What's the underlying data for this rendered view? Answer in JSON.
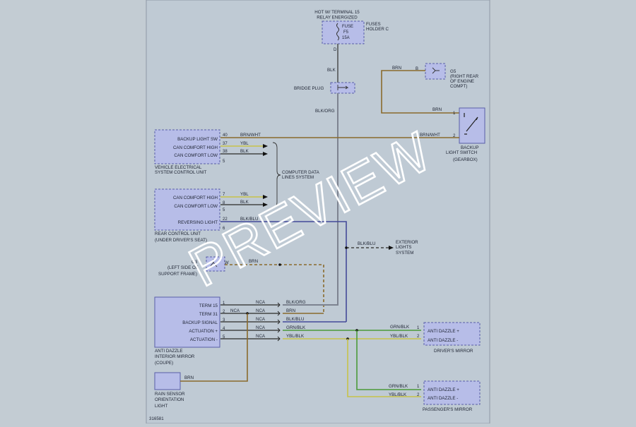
{
  "diagram": {
    "header": {
      "line1": "HOT W/ TERMINAL 15",
      "line2": "RELAY ENERGIZED"
    },
    "fuse": {
      "label1": "FUSE",
      "label2": "F5",
      "label3": "15A",
      "holder1": "FUSES",
      "holder2": "HOLDER C"
    },
    "wires": {
      "blk_top": "BLK",
      "bridge_plug": "BRIDGE PLUG",
      "blk_org_vertical": "BLK/ORG",
      "brn_g5": "BRN",
      "brn_switch_1": "BRN",
      "brn_wht_left": "BRN/WHT",
      "brn_wht_right": "BRN/WHT",
      "ybl_1": "YBL",
      "blk_1": "BLK",
      "ybl_2": "YBL",
      "blk_2": "BLK",
      "blk_blu_1": "BLK/BLU",
      "blk_blu_2": "BLK/BLU",
      "brn_g3": "BRN",
      "blk_org_mirror": "BLK/ORG",
      "brn_mirror": "BRN",
      "blk_blu_mirror": "BLK/BLU",
      "grn_blk_mirror": "GRN/BLK",
      "ybl_blk_mirror": "YBL/BLK",
      "grn_blk_driver": "GRN/BLK",
      "ybl_blk_driver": "YBL/BLK",
      "grn_blk_pass": "GRN/BLK",
      "ybl_blk_pass": "YBL/BLK",
      "brn_rain": "BRN",
      "nca_1": "NCA",
      "nca_2a": "NCA",
      "nca_2b": "NCA",
      "nca_3": "NCA",
      "nca_4": "NCA",
      "nca_5": "NCA"
    },
    "pins": {
      "g5_b": "B",
      "switch_1": "1",
      "switch_2": "2",
      "vec_40": "40",
      "vec_37": "37",
      "vec_38": "38",
      "vec_5": "5",
      "rcu_7": "7",
      "rcu_8": "8",
      "rcu_5": "5",
      "rcu_22": "22",
      "rcu_6": "6",
      "g3_w": "W",
      "m1": "1",
      "m2": "2",
      "m3": "3",
      "m4": "4",
      "m5": "5",
      "d1": "1",
      "d2": "2",
      "p1": "1",
      "p2": "2",
      "fuse_d": "D"
    },
    "ground_g5": {
      "line1": "G5",
      "line2": "(RIGHT REAR",
      "line3": "OF ENGINE",
      "line4": "COMPT)"
    },
    "backup_switch": {
      "line1": "BACKUP",
      "line2": "LIGHT SWITCH",
      "line3": "(GEARBOX)"
    },
    "vecu": {
      "item1": "BACKUP LIGHT SW",
      "item2": "CAN COMFORT HIGH",
      "item3": "CAN COMFORT LOW",
      "name1": "VEHICLE ELECTRICAL",
      "name2": "SYSTEM CONTROL UNIT"
    },
    "cdl": {
      "line1": "COMPUTER DATA",
      "line2": "LINES SYSTEM"
    },
    "rcu": {
      "item1": "CAN COMFORT HIGH",
      "item2": "CAN COMFORT LOW",
      "item3": "REVERSING LIGHT",
      "name1": "REAR CONTROL UNIT",
      "name2": "(UNDER DRIVER'S SEAT)"
    },
    "exterior": {
      "line1": "EXTERIOR",
      "line2": "LIGHTS",
      "line3": "SYSTEM"
    },
    "ground_g3": {
      "line1": "G3",
      "line2": "(LEFT SIDE OF",
      "line3": "SUPPORT FRAME)"
    },
    "mirror": {
      "item1": "TERM 15",
      "item2": "TERM 31",
      "item3": "BACKUP SIGNAL",
      "item4": "ACTUATION +",
      "item5": "ACTUATION -",
      "name1": "ANTI DAZZLE",
      "name2": "INTERIOR MIRROR",
      "name3": "(COUPE)"
    },
    "driver_mirror": {
      "item1": "ANTI DAZZLE +",
      "item2": "ANTI DAZZLE -",
      "name": "DRIVER'S MIRROR"
    },
    "passenger_mirror": {
      "item1": "ANTI DAZZLE +",
      "item2": "ANTI DAZZLE -",
      "name": "PASSENGER'S MIRROR"
    },
    "rain_sensor": {
      "line1": "RAIN SENSOR",
      "line2": "ORIENTATION",
      "line3": "LIGHT"
    },
    "figure_id": "316581",
    "watermark": "PREVIEW"
  }
}
